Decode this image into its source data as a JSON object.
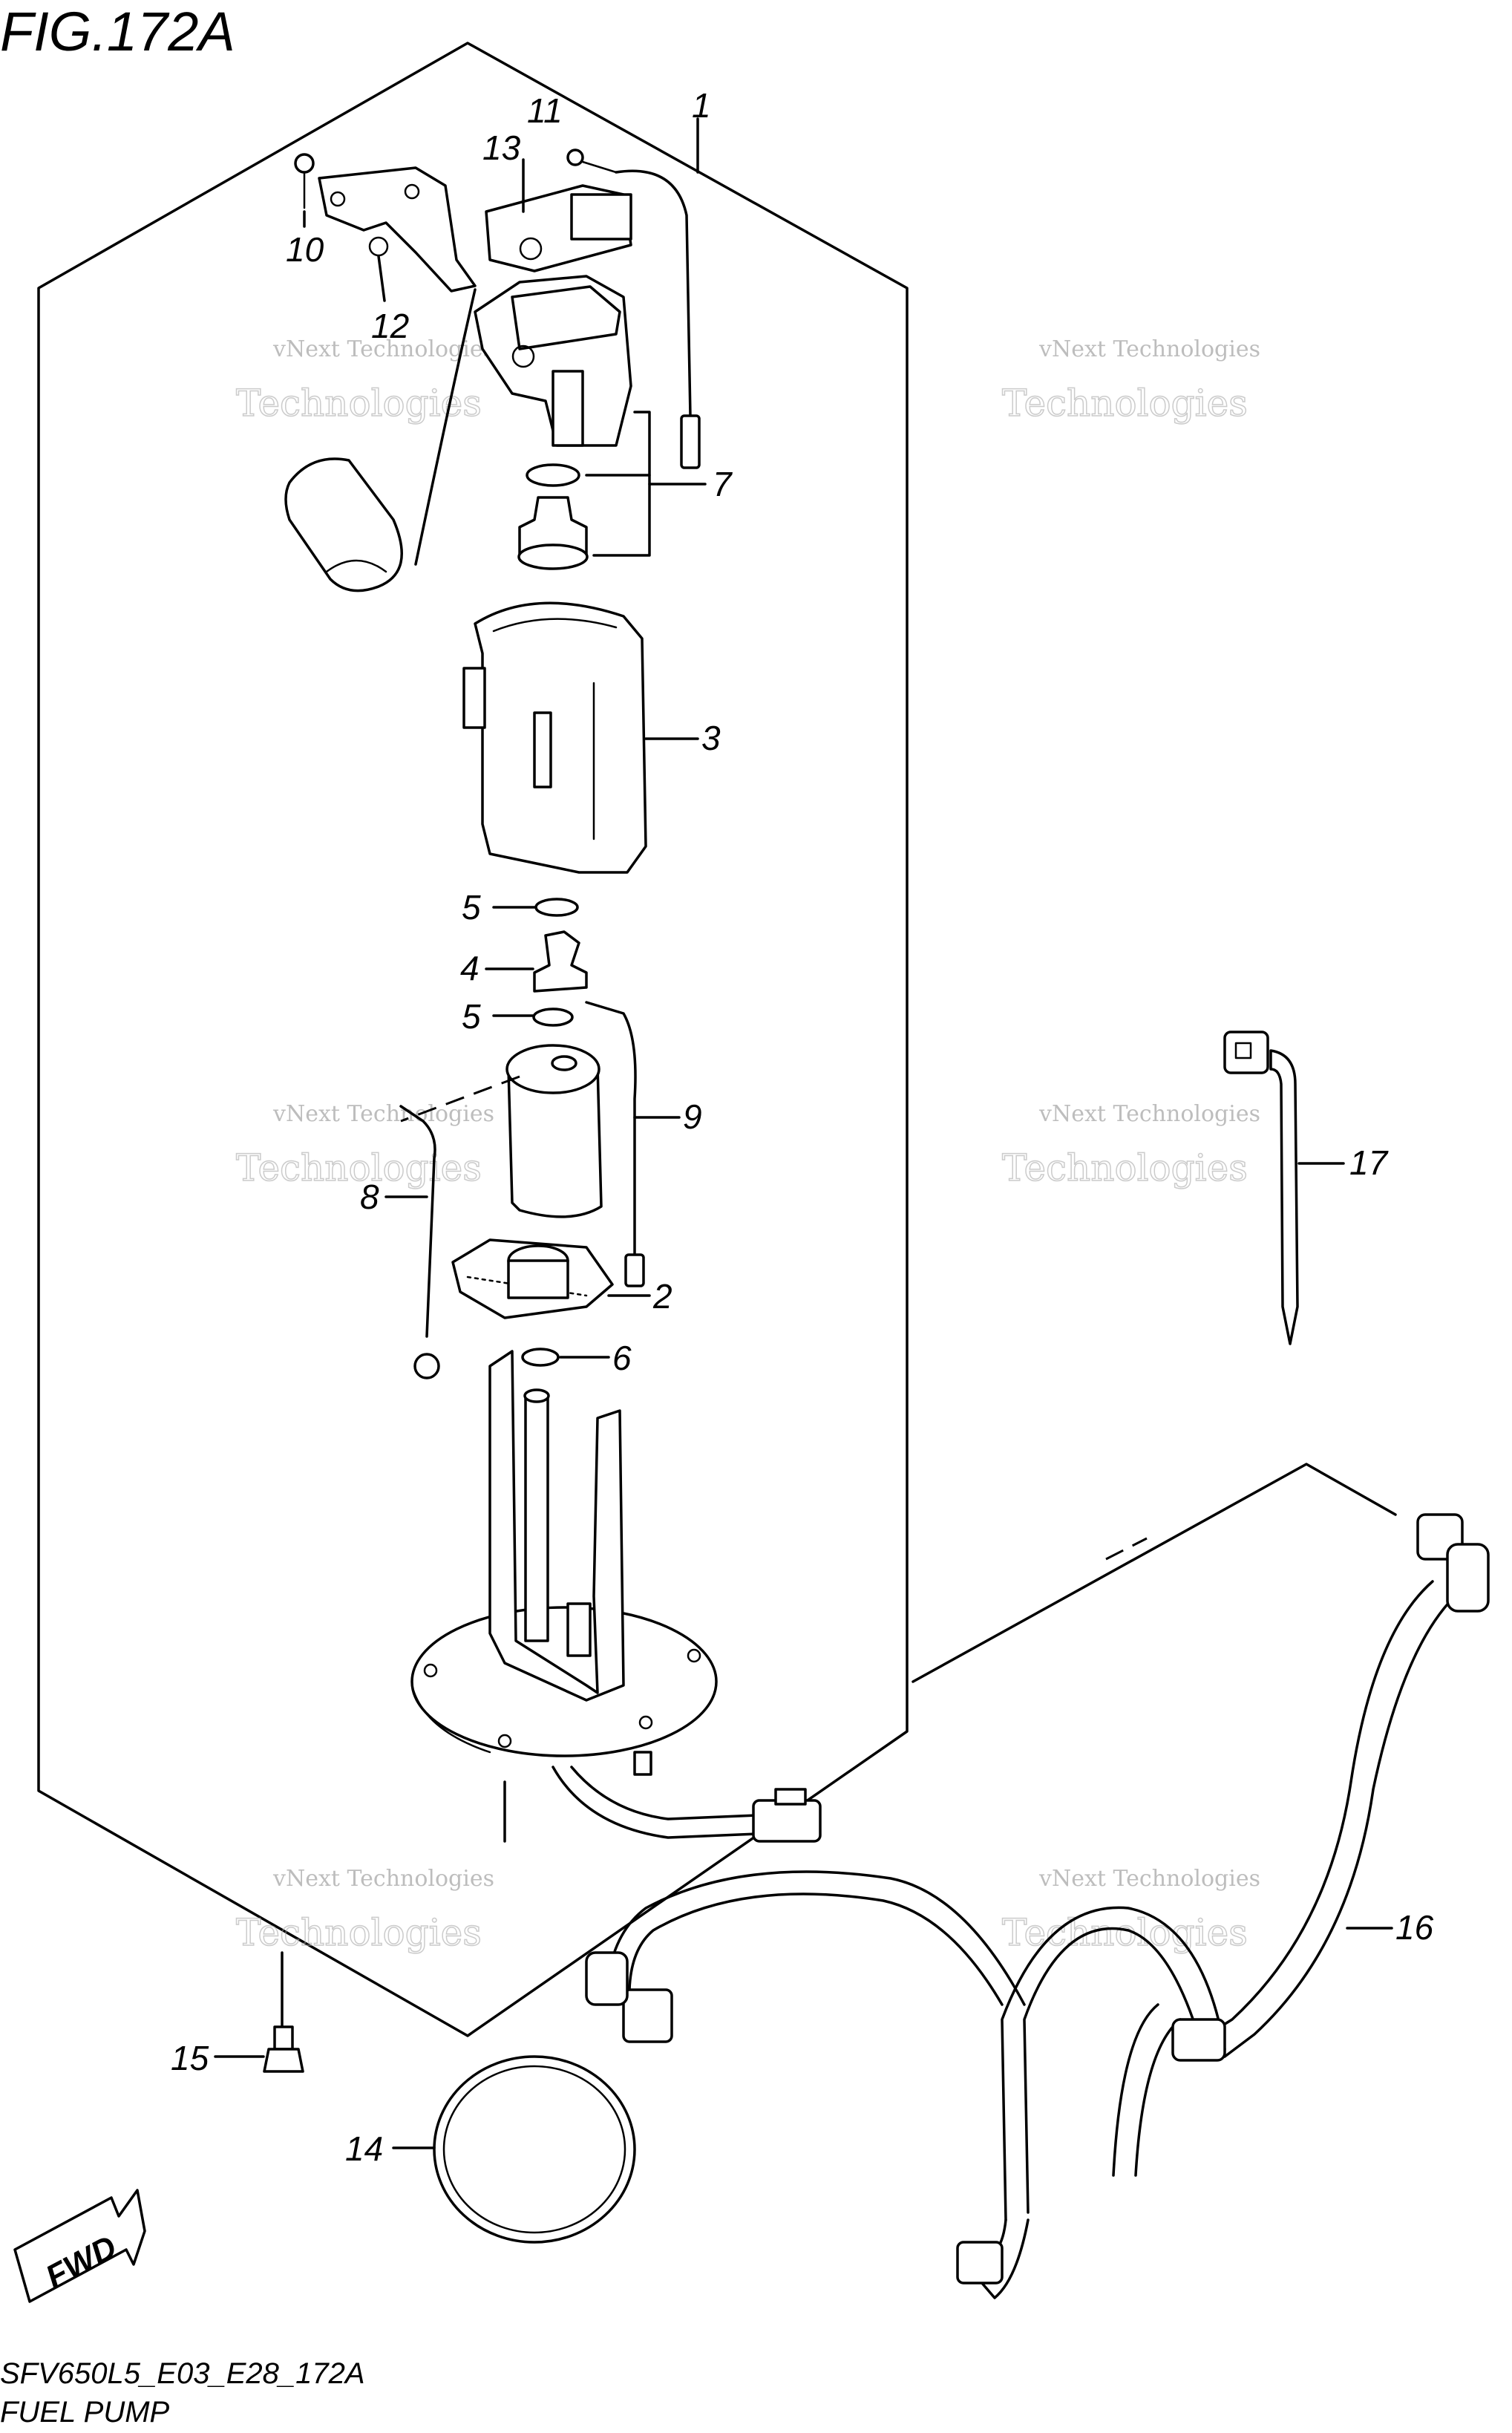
{
  "figure": {
    "title": "FIG.172A",
    "code": "SFV650L5_E03_E28_172A",
    "name": "FUEL PUMP"
  },
  "badge": {
    "fwd": "FWD"
  },
  "watermark": {
    "line1": "vNext Technologies",
    "line2": "Technologies"
  },
  "callouts": [
    "1",
    "2",
    "3",
    "4",
    "5",
    "5",
    "6",
    "7",
    "8",
    "9",
    "10",
    "11",
    "12",
    "13",
    "14",
    "15",
    "16",
    "17"
  ]
}
